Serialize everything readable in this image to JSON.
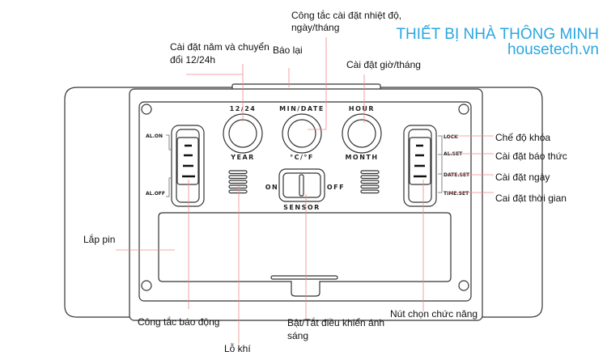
{
  "brand": {
    "title": "THIẾT BỊ NHÀ THÔNG MINH",
    "site": "housetech.vn",
    "color": "#2aa6e0"
  },
  "device": {
    "knobs": [
      {
        "top": "12/24",
        "bottom": "YEAR"
      },
      {
        "top": "MIN/DATE",
        "bottom": "°C/°F"
      },
      {
        "top": "HOUR",
        "bottom": "MONTH"
      }
    ],
    "alarm_switch": {
      "on": "AL.ON",
      "off": "AL.OFF"
    },
    "sensor": {
      "on": "ON",
      "off": "OFF",
      "label": "SENSOR"
    },
    "function_switch": [
      "LOCK",
      "AL.SET",
      "DATE.SET",
      "TIME.SET"
    ]
  },
  "callouts": {
    "temp_switch": [
      "Công tắc cài đặt nhiệt độ,",
      "ngày/tháng"
    ],
    "year": [
      "Cài đặt năm và chuyển",
      "đổi 12/24h"
    ],
    "snooze": "Báo lại",
    "hour_month": "Cài đặt giờ/tháng",
    "lock": "Chế độ khóa",
    "alarm_set": "Cài đặt báo thức",
    "date_set": "Cài đặt ngày",
    "time_set": "Cai đặt thời gian",
    "battery": "Lắp pin",
    "alarm_switch": "Công tắc báo động",
    "vent": "Lỗ khí",
    "light": [
      "Bật/Tắt điều khiển ánh",
      "sáng"
    ],
    "function_button": "Nút chọn chức năng"
  }
}
